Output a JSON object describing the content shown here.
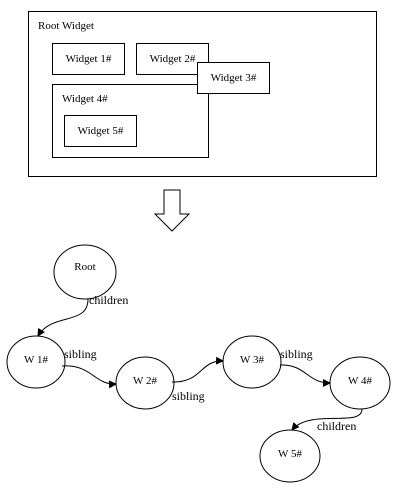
{
  "layout_view": {
    "root_label": "Root Widget",
    "widget1_label": "Widget 1#",
    "widget2_label": "Widget 2#",
    "widget3_label": "Widget 3#",
    "widget4_label": "Widget 4#",
    "widget5_label": "Widget 5#"
  },
  "tree_view": {
    "nodes": {
      "root": "Root",
      "w1": "W 1#",
      "w2": "W 2#",
      "w3": "W 3#",
      "w4": "W 4#",
      "w5": "W 5#"
    },
    "edge_labels": {
      "root_children": "children",
      "w1_w2_sibling": "sibling",
      "w2_w3_sibling": "sibling",
      "w3_w4_sibling": "sibling",
      "w4_children": "children"
    }
  }
}
